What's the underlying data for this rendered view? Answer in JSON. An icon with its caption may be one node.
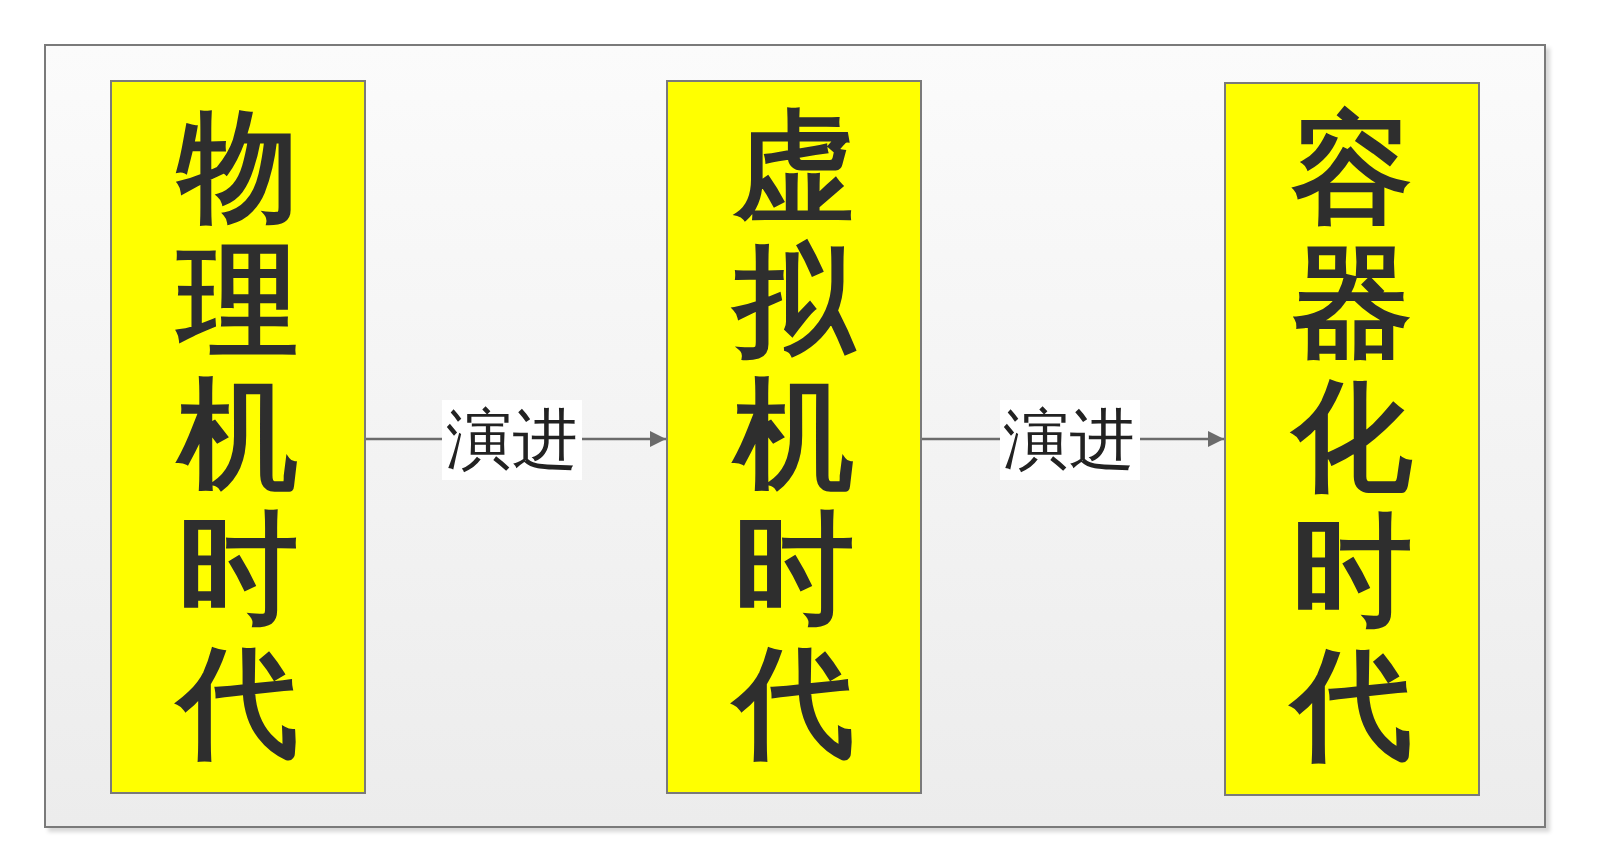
{
  "diagram": {
    "nodes": [
      {
        "text": [
          "物理机时代"
        ]
      },
      {
        "text": [
          "虚拟机时代"
        ]
      },
      {
        "text": [
          "容器化时代"
        ]
      }
    ],
    "edges": [
      {
        "from": 0,
        "to": 1,
        "arrow": "to",
        "label": "演进"
      },
      {
        "from": 1,
        "to": 2,
        "arrow": "to",
        "label": "演进"
      }
    ]
  }
}
